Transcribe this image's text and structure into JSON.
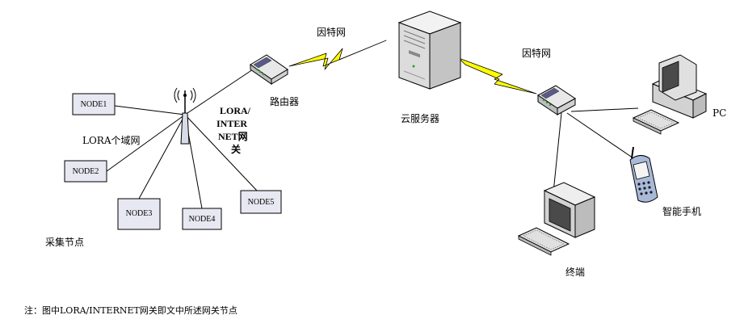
{
  "nodes": {
    "node1": "NODE1",
    "node2": "NODE2",
    "node3": "NODE3",
    "node4": "NODE4",
    "node5": "NODE5"
  },
  "labels": {
    "lora_pan": "LORA个域网",
    "gateway_lines": [
      "LORA/",
      "INTER",
      "NET网",
      "关"
    ],
    "router": "路由器",
    "internet_left": "因特网",
    "internet_right": "因特网",
    "cloud_server": "云服务器",
    "pc": "PC",
    "smartphone": "智能手机",
    "terminal": "终端",
    "collection_node": "采集节点"
  },
  "note": "注：图中LORA/INTERNET网关即文中所述网关节点",
  "colors": {
    "node_fill": "#e8e8f2",
    "lightning": "#ffff00",
    "device_gray": "#d8d8d8",
    "screen": "#4a4a4a",
    "router_led": "#2e9c2e",
    "phone_blue": "#a9b9d8"
  }
}
